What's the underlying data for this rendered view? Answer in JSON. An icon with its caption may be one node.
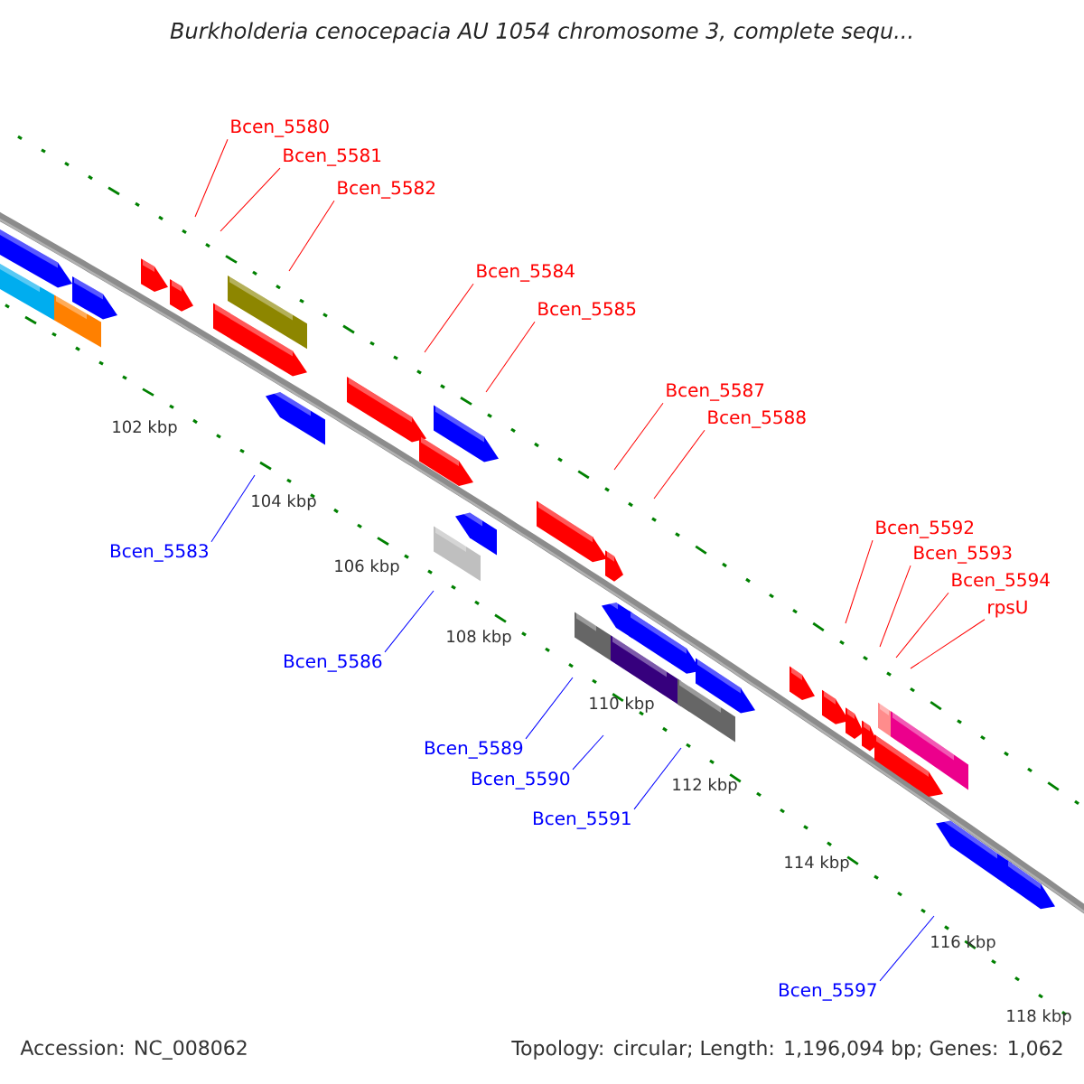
{
  "diagram": {
    "title": "Burkholderia cenocepacia AU 1054 chromosome 3, complete sequ...",
    "nodes": [
      {
        "text": [
          "Bcen_5580"
        ]
      },
      {
        "text": [
          "Bcen_5581"
        ]
      },
      {
        "text": [
          "Bcen_5582"
        ]
      },
      {
        "text": [
          "Bcen_5584"
        ]
      },
      {
        "text": [
          "Bcen_5585"
        ]
      },
      {
        "text": [
          "Bcen_5587"
        ]
      },
      {
        "text": [
          "Bcen_5588"
        ]
      },
      {
        "text": [
          "Bcen_5592"
        ]
      },
      {
        "text": [
          "Bcen_5593"
        ]
      },
      {
        "text": [
          "Bcen_5594"
        ]
      },
      {
        "text": [
          "rpsU"
        ]
      },
      {
        "text": [
          "Bcen_5583"
        ]
      },
      {
        "text": [
          "Bcen_5586"
        ]
      },
      {
        "text": [
          "Bcen_5589"
        ]
      },
      {
        "text": [
          "Bcen_5590"
        ]
      },
      {
        "text": [
          "Bcen_5591"
        ]
      },
      {
        "text": [
          "Bcen_5597"
        ]
      }
    ],
    "edges": [
      {
        "from": 0,
        "to": null,
        "arrow": "none"
      },
      {
        "from": 1,
        "to": null,
        "arrow": "none"
      },
      {
        "from": 2,
        "to": null,
        "arrow": "none"
      },
      {
        "from": 3,
        "to": null,
        "arrow": "none"
      },
      {
        "from": 4,
        "to": null,
        "arrow": "none"
      },
      {
        "from": 5,
        "to": null,
        "arrow": "none"
      },
      {
        "from": 6,
        "to": null,
        "arrow": "none"
      },
      {
        "from": 7,
        "to": null,
        "arrow": "none"
      },
      {
        "from": 8,
        "to": null,
        "arrow": "none"
      },
      {
        "from": 9,
        "to": null,
        "arrow": "none"
      },
      {
        "from": 10,
        "to": null,
        "arrow": "none"
      },
      {
        "from": 11,
        "to": null,
        "arrow": "none",
        "color": "#0000ff"
      },
      {
        "from": 12,
        "to": null,
        "arrow": "none",
        "color": "#0000ff"
      },
      {
        "from": 13,
        "to": null,
        "arrow": "none",
        "color": "#0000ff"
      },
      {
        "from": 14,
        "to": null,
        "arrow": "none",
        "color": "#0000ff"
      },
      {
        "from": 15,
        "to": null,
        "arrow": "none",
        "color": "#0000ff"
      },
      {
        "from": 16,
        "to": null,
        "arrow": "none",
        "color": "#0000ff"
      }
    ],
    "labels": [
      "102 kbp",
      "104 kbp",
      "106 kbp",
      "108 kbp",
      "110 kbp",
      "112 kbp",
      "114 kbp",
      "116 kbp",
      "118 kbp",
      "Accession: NC_008062",
      "Topology: circular; Length: 1,196,094 bp; Genes: 1,062"
    ]
  }
}
